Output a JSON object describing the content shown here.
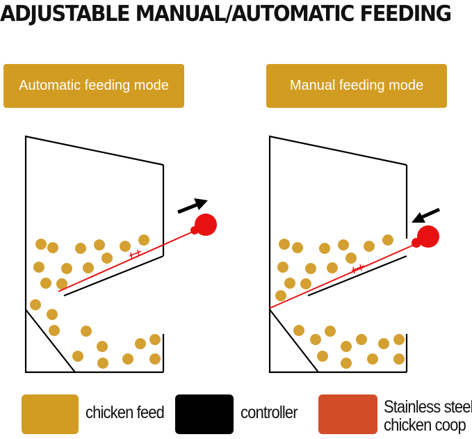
{
  "title": "ADJUSTABLE MANUAL/AUTOMATIC FEEDING",
  "modes": {
    "automatic": "Automatic feeding mode",
    "manual": "Manual feeding mode"
  },
  "legend": {
    "feed": "chicken feed",
    "controller": "controller",
    "coop_line1": "Stainless steel",
    "coop_line2": "chicken coop"
  },
  "colors": {
    "gold": "#d29c22",
    "feed": "#d4a032",
    "black": "#000000",
    "red": "#e81111",
    "coop": "#d24c28"
  },
  "icons": {
    "arrow": "arrow-icon",
    "float_ball": "float-ball-icon"
  }
}
